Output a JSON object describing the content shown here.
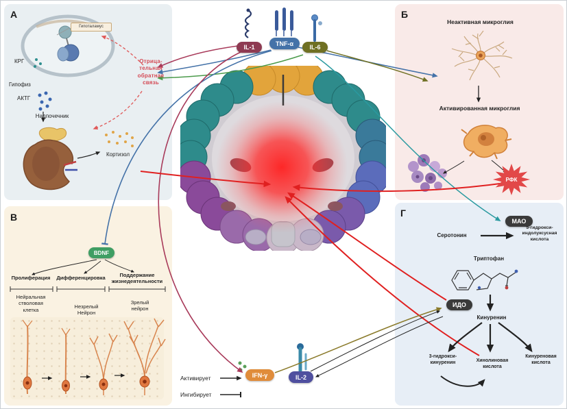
{
  "figure": {
    "legend": {
      "activates": "Активирует",
      "inhibits": "Ингибирует"
    }
  },
  "cytokines": {
    "il1": {
      "label": "IL-1",
      "color": "#8e3a52"
    },
    "tnfa": {
      "label": "TNF-α",
      "color": "#4472a8"
    },
    "il6": {
      "label": "IL-6",
      "color": "#6f7023"
    },
    "ifng": {
      "label": "IFN-γ",
      "color": "#e08c3a"
    },
    "il2": {
      "label": "IL-2",
      "color": "#4f4f9f"
    }
  },
  "panel_a": {
    "label": "А",
    "hypothalamus": "Гипоталамус",
    "crh": "КРГ",
    "pituitary": "Гипофиз",
    "acth": "АКТГ",
    "adrenal": "Надпочечник",
    "cortisol": "Кортизол",
    "negative_feedback": "Отрица-\nтельная\nобратная\nсвязь"
  },
  "panel_b": {
    "label": "Б",
    "inactive_microglia": "Неактивная микроглия",
    "activated_microglia": "Активированная микроглия",
    "ros": "РФК"
  },
  "panel_v": {
    "label": "В",
    "bdnf": {
      "label": "BDNF",
      "color": "#3f9e63"
    },
    "proliferation": "Пролиферация",
    "differentiation": "Дифференцировка",
    "maintenance": "Поддержание\nжизнедеятельности",
    "neural_stem_cell": "Нейральная\nстволовая\nклетка",
    "immature_neuron": "Незрелый\nНейрон",
    "mature_neuron": "Зрелый\nнейрон"
  },
  "panel_g": {
    "label": "Г",
    "mao": {
      "label": "МАО",
      "color": "#3a3a3a"
    },
    "serotonin": "Серотонин",
    "hiaa": "5-гидрокси-\nиндолуксусная\nкислота",
    "tryptophan": "Триптофан",
    "ido": {
      "label": "ИДО",
      "color": "#3a3a3a"
    },
    "kynurenine": "Кинуренин",
    "hydroxykynurenine": "3-гидрокси-\nкинуренин",
    "quinolinic_acid": "Хинолиновая\nкислота",
    "kynurenic_acid": "Кинуреновая\nкислота"
  }
}
